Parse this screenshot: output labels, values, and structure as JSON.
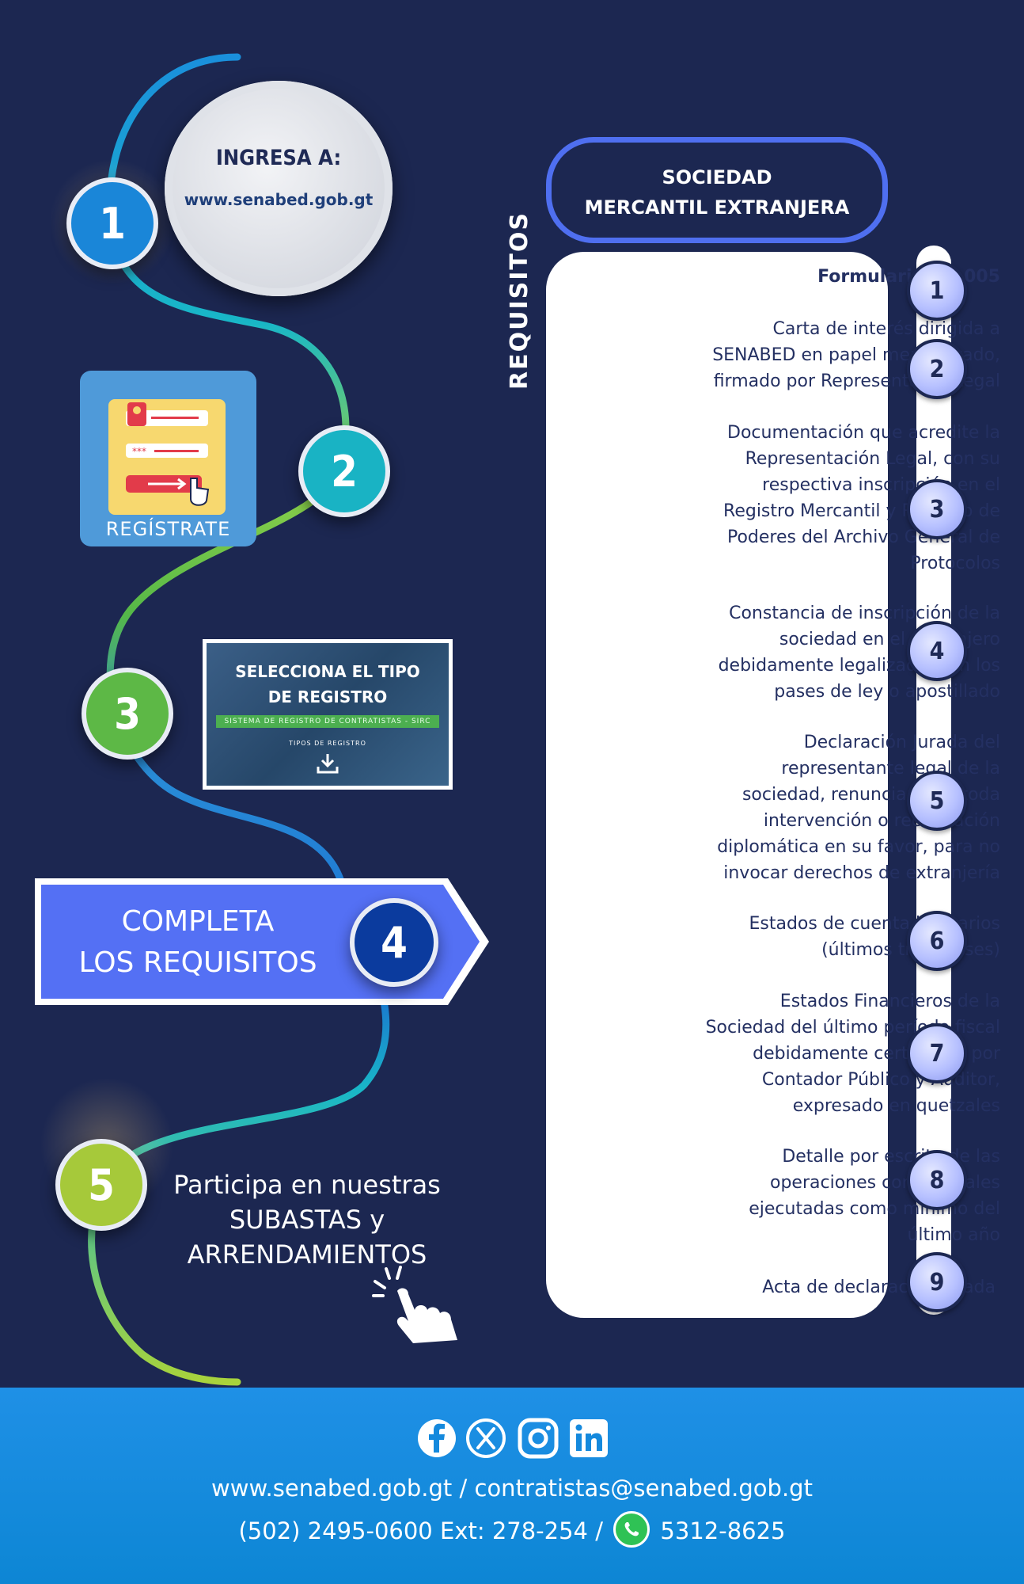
{
  "steps": {
    "step1": {
      "number": "1",
      "title": "INGRESA A:",
      "url": "www.senabed.gob.gt"
    },
    "step2": {
      "number": "2",
      "label": "REGÍSTRATE"
    },
    "step3": {
      "number": "3",
      "title_line1": "SELECCIONA EL TIPO",
      "title_line2": "DE REGISTRO",
      "subtitle": "SISTEMA DE REGISTRO DE CONTRATISTAS - SIRC",
      "tipos": "TIPOS DE REGISTRO"
    },
    "step4": {
      "number": "4",
      "line1": "COMPLETA",
      "line2": "LOS REQUISITOS"
    },
    "step5": {
      "number": "5",
      "line1": "Participa en nuestras",
      "line2": "SUBASTAS y",
      "line3": "ARRENDAMIENTOS"
    }
  },
  "requirements": {
    "header_line1": "SOCIEDAD",
    "header_line2": "MERCANTIL EXTRANJERA",
    "vertical_label": "REQUISITOS",
    "items": [
      {
        "number": "1",
        "lines": [
          "Formulario RC-005"
        ]
      },
      {
        "number": "2",
        "lines": [
          "Carta de interés dirigida a",
          "SENABED en papel membretado,",
          "firmado por Representante Legal"
        ]
      },
      {
        "number": "3",
        "lines": [
          "Documentación que acredite la",
          "Representación Legal, con su",
          "respectiva inscripción en el",
          "Registro Mercantil y Registro de",
          "Poderes del Archivo General de",
          "Protocolos"
        ]
      },
      {
        "number": "4",
        "lines": [
          "Constancia de inscripción de la",
          "sociedad en el extranjero",
          "debidamente legalizada, con los",
          "pases de ley o apostillado"
        ]
      },
      {
        "number": "5",
        "lines": [
          "Declaración Jurada del",
          "representante legal de la",
          "sociedad, renunciando a toda",
          "intervención o reclamación",
          "diplomática en su favor, para no",
          "invocar derechos de extranjería"
        ]
      },
      {
        "number": "6",
        "lines": [
          "Estados de cuenta bancarios",
          "(últimos tres meses)"
        ]
      },
      {
        "number": "7",
        "lines": [
          "Estados Financieros de la",
          "Sociedad del último período fiscal",
          "debidamente certificado por",
          "Contador Público y Auditor,",
          "expresado en quetzales"
        ]
      },
      {
        "number": "8",
        "lines": [
          "Detalle por escrito de las",
          "operaciones contractuales",
          "ejecutadas como mínimo del",
          "último año"
        ]
      },
      {
        "number": "9",
        "lines": [
          "Acta de declaración jurada"
        ]
      }
    ]
  },
  "footer": {
    "social_icons": [
      "facebook-icon",
      "x-icon",
      "instagram-icon",
      "linkedin-icon"
    ],
    "website": "www.senabed.gob.gt",
    "separator": "/",
    "email": "contratistas@senabed.gob.gt",
    "phone": "(502) 2495-0600 Ext: 278-254",
    "whatsapp": "5312-8625"
  },
  "colors": {
    "background": "#1c2751",
    "step1": "#1a86d8",
    "step2": "#19b3c4",
    "step3": "#5db846",
    "step4": "#0b3b9e",
    "step5": "#a6c93a",
    "accent_blue": "#4f6ff0",
    "footer": "#1489dd"
  }
}
